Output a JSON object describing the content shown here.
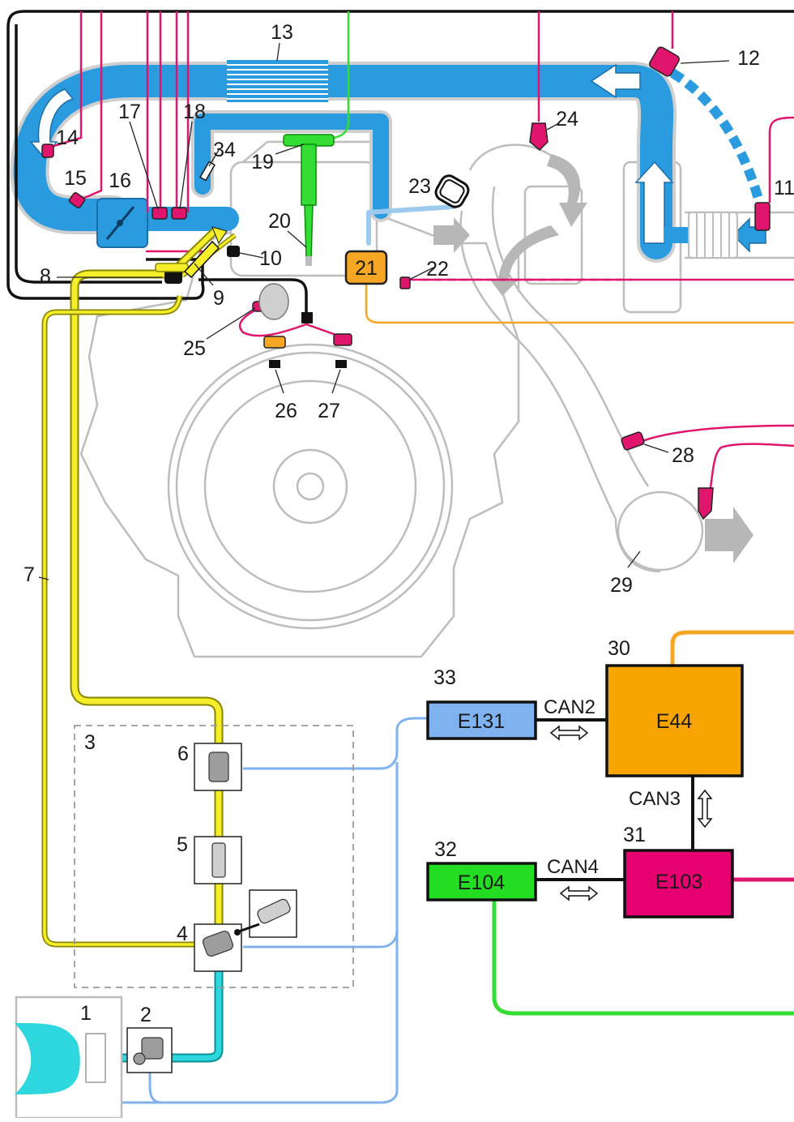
{
  "callouts": {
    "n1": "1",
    "n2": "2",
    "n3": "3",
    "n4": "4",
    "n5": "5",
    "n6": "6",
    "n7": "7",
    "n8": "8",
    "n9": "9",
    "n10": "10",
    "n11": "11",
    "n12": "12",
    "n13": "13",
    "n14": "14",
    "n15": "15",
    "n16": "16",
    "n17": "17",
    "n18": "18",
    "n19": "19",
    "n20": "20",
    "n21": "21",
    "n22": "22",
    "n23": "23",
    "n24": "24",
    "n25": "25",
    "n26": "26",
    "n27": "27",
    "n28": "28",
    "n29": "29",
    "n30": "30",
    "n31": "31",
    "n32": "32",
    "n33": "33",
    "n34": "34"
  },
  "ecus": {
    "e131": {
      "label": "E131",
      "color": "#7fb2ee"
    },
    "e44": {
      "label": "E44",
      "color": "#f7a400"
    },
    "e103": {
      "label": "E103",
      "color": "#e6006f"
    },
    "e104": {
      "label": "E104",
      "color": "#22dd22"
    }
  },
  "buses": {
    "can2": "CAN2",
    "can3": "CAN3",
    "can4": "CAN4"
  },
  "colors": {
    "air_intake": "#2b9be0",
    "fuel_yellow": "#f5ee2a",
    "fuel_cyan": "#2ed6dd",
    "signal_magenta": "#e0156d",
    "signal_orange": "#f5a623",
    "signal_green": "#33dd33",
    "signal_blue": "#7fb2ee",
    "engine_outline": "#bdbdbd",
    "harness_black": "#111111"
  }
}
